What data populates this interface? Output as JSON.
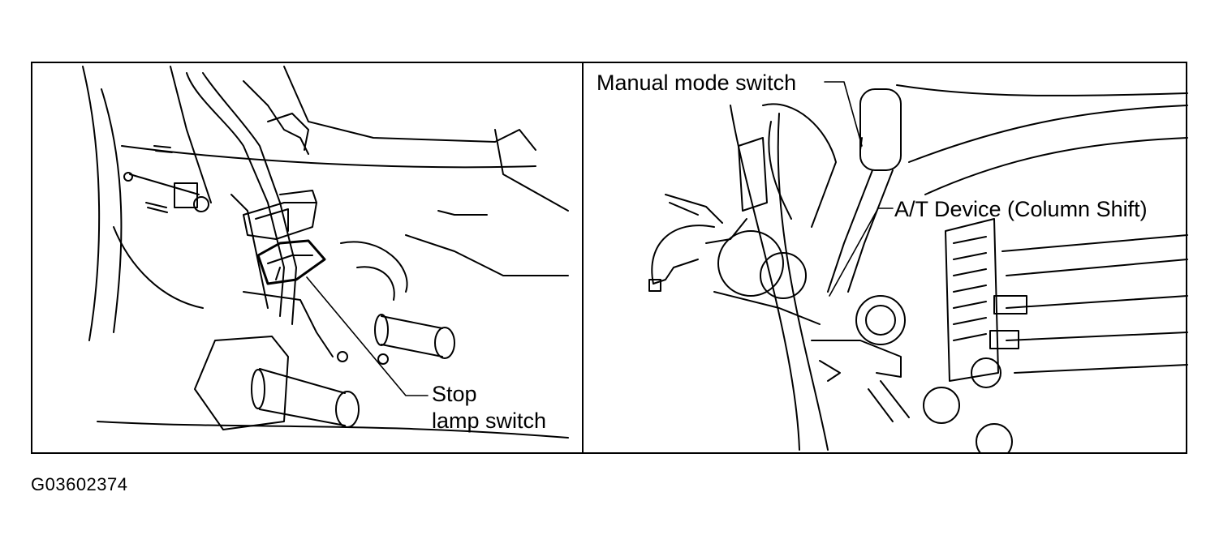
{
  "figure_id": "G03602374",
  "panels": {
    "left": {
      "callout": {
        "line1": "Stop",
        "line2": "lamp switch"
      }
    },
    "right": {
      "callouts": {
        "manual_mode": "Manual mode switch",
        "at_device": "A/T Device (Column Shift)"
      }
    }
  }
}
